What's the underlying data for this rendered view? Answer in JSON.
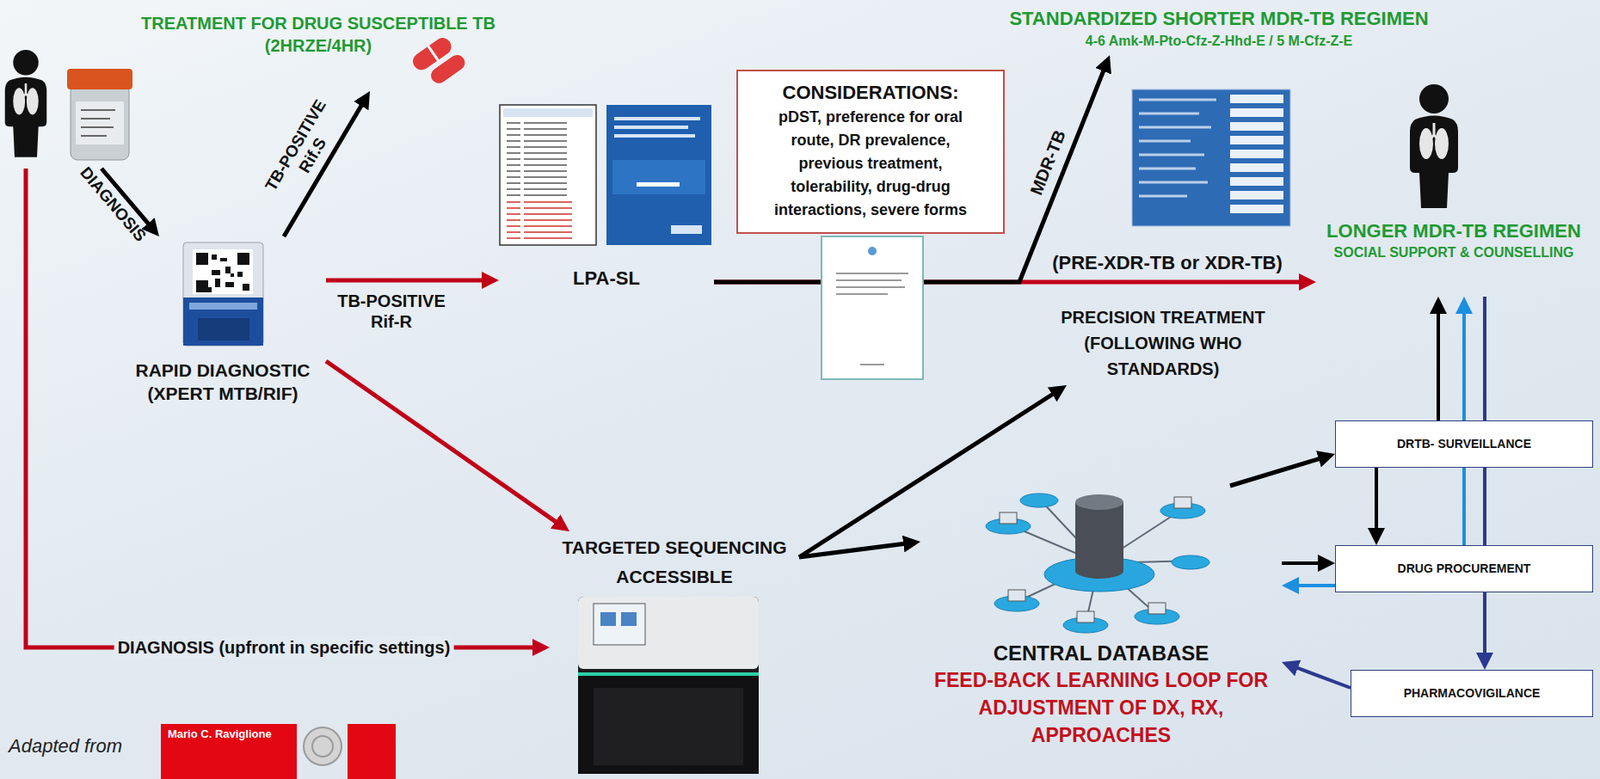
{
  "diagram": {
    "nodes": [
      {
        "text": []
      },
      {
        "text": [
          "TREATMENT FOR DRUG SUSCEPTIBLE TB",
          "(2HRZE/4HR)"
        ]
      },
      {
        "text": [
          "RAPID DIAGNOSTIC (XPERT MTB/RIF)"
        ]
      },
      {
        "text": [
          "LPA-SL"
        ]
      },
      {
        "text": [
          "CONSIDERATIONS:",
          "pDST, preference for oral route, DR prevalence, previous treatment, tolerability, drug-drug interactions, severe forms"
        ]
      },
      {
        "text": [
          "STANDARDIZED SHORTER MDR-TB REGIMEN",
          "4-6 Amk-M-Pto-Cfz-Z-Hhd-E / 5 M-Cfz-Z-E"
        ]
      },
      {
        "text": [
          "LONGER MDR-TB REGIMEN",
          "SOCIAL SUPPORT & COUNSELLING"
        ]
      },
      {
        "text": [
          "PRECISION TREATMENT (FOLLOWING WHO STANDARDS)"
        ]
      },
      {
        "text": [
          "TARGETED SEQUENCING ACCESSIBLE"
        ]
      },
      {
        "text": [
          "CENTRAL DATABASE",
          "FEED-BACK LEARNING LOOP FOR ADJUSTMENT OF DX, RX, APPROACHES"
        ]
      },
      {
        "text": [
          "DRTB- SURVEILLANCE"
        ]
      },
      {
        "text": [
          "DRUG PROCUREMENT"
        ]
      },
      {
        "text": [
          "PHARMACOVIGILANCE"
        ]
      }
    ],
    "edges": [
      {
        "from": 0,
        "to": 2,
        "label": "DIAGNOSIS",
        "arrow": "to"
      },
      {
        "from": 2,
        "to": 1,
        "label": "TB-POSITIVE Rif.S",
        "arrow": "to"
      },
      {
        "from": 2,
        "to": 3,
        "label": "TB-POSITIVE Rif-R",
        "arrow": "to"
      },
      {
        "from": 2,
        "to": 8,
        "arrow": "to"
      },
      {
        "from": 0,
        "to": 8,
        "label": "DIAGNOSIS (upfront in specific settings)",
        "arrow": "to"
      },
      {
        "from": 3,
        "to": 5,
        "label": "MDR-TB",
        "arrow": "to"
      },
      {
        "from": 3,
        "to": 6,
        "label": "(PRE-XDR-TB or XDR-TB)",
        "arrow": "to"
      },
      {
        "from": 8,
        "to": 7,
        "arrow": "to"
      },
      {
        "from": 8,
        "to": 9,
        "arrow": "to"
      },
      {
        "from": 9,
        "to": 10,
        "arrow": "to"
      },
      {
        "from": 10,
        "to": 6,
        "arrow": "to"
      },
      {
        "from": 11,
        "to": 6,
        "arrow": "to"
      },
      {
        "from": 6,
        "to": 12,
        "arrow": "to"
      },
      {
        "from": 10,
        "to": 11,
        "arrow": "to"
      },
      {
        "from": 9,
        "to": 11,
        "arrow": "to"
      },
      {
        "from": 11,
        "to": 9,
        "arrow": "to"
      },
      {
        "from": 12,
        "to": 9,
        "arrow": "to"
      }
    ],
    "labels": [
      "Adapted from",
      "Mario C. Raviglione"
    ]
  }
}
